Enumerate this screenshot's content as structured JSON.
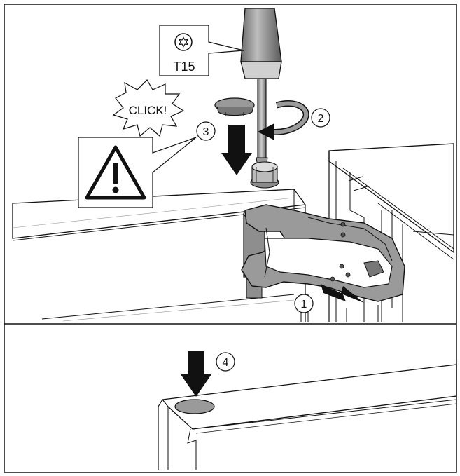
{
  "tool": {
    "bit_icon": "torx-icon",
    "bit_size": "T15"
  },
  "click_text": "CLICK!",
  "warning_icon": "warning-triangle-icon",
  "steps": [
    "1",
    "2",
    "3",
    "4"
  ],
  "colors": {
    "line": "#111111",
    "metal_gray": "#9a9a9a",
    "dark_gray": "#6e6e6e",
    "light_gray": "#d9d9d9",
    "panel_white": "#ffffff"
  }
}
